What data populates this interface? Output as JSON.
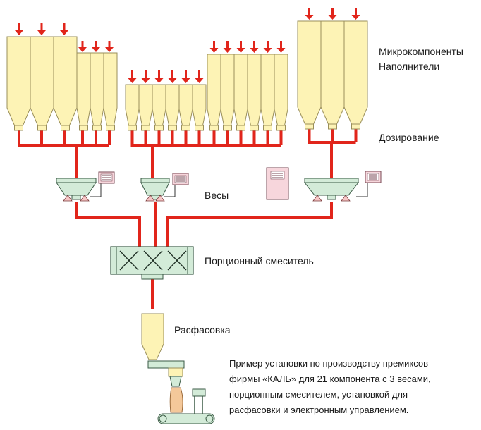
{
  "labels": {
    "micro": "Микрокомпоненты",
    "fillers": "Наполнители",
    "dosing": "Дозирование",
    "scales": "Весы",
    "mixer": "Порционный смеситель",
    "packing": "Расфасовка"
  },
  "caption": {
    "lines": [
      "Пример установки по производству премиксов",
      "фирмы «КАЛЬ» для 21 компонента с 3 весами,",
      "порционным смесителем, установкой для",
      "расфасовки и электронным управлением."
    ]
  },
  "colors": {
    "silo_fill": "#fdf3b5",
    "silo_stroke": "#9a8f5a",
    "pipe": "#e1251b",
    "equipment_fill": "#d3ebd8",
    "equipment_stroke": "#3a5a45",
    "panel_fill": "#f7d6dc",
    "panel_stroke": "#7a4a55"
  },
  "icons": {
    "arrow": "red-down-arrow-icon",
    "scale": "weigh-hopper-icon",
    "control": "control-panel-icon",
    "mixer": "batch-mixer-icon",
    "bagging": "bagging-machine-icon"
  }
}
